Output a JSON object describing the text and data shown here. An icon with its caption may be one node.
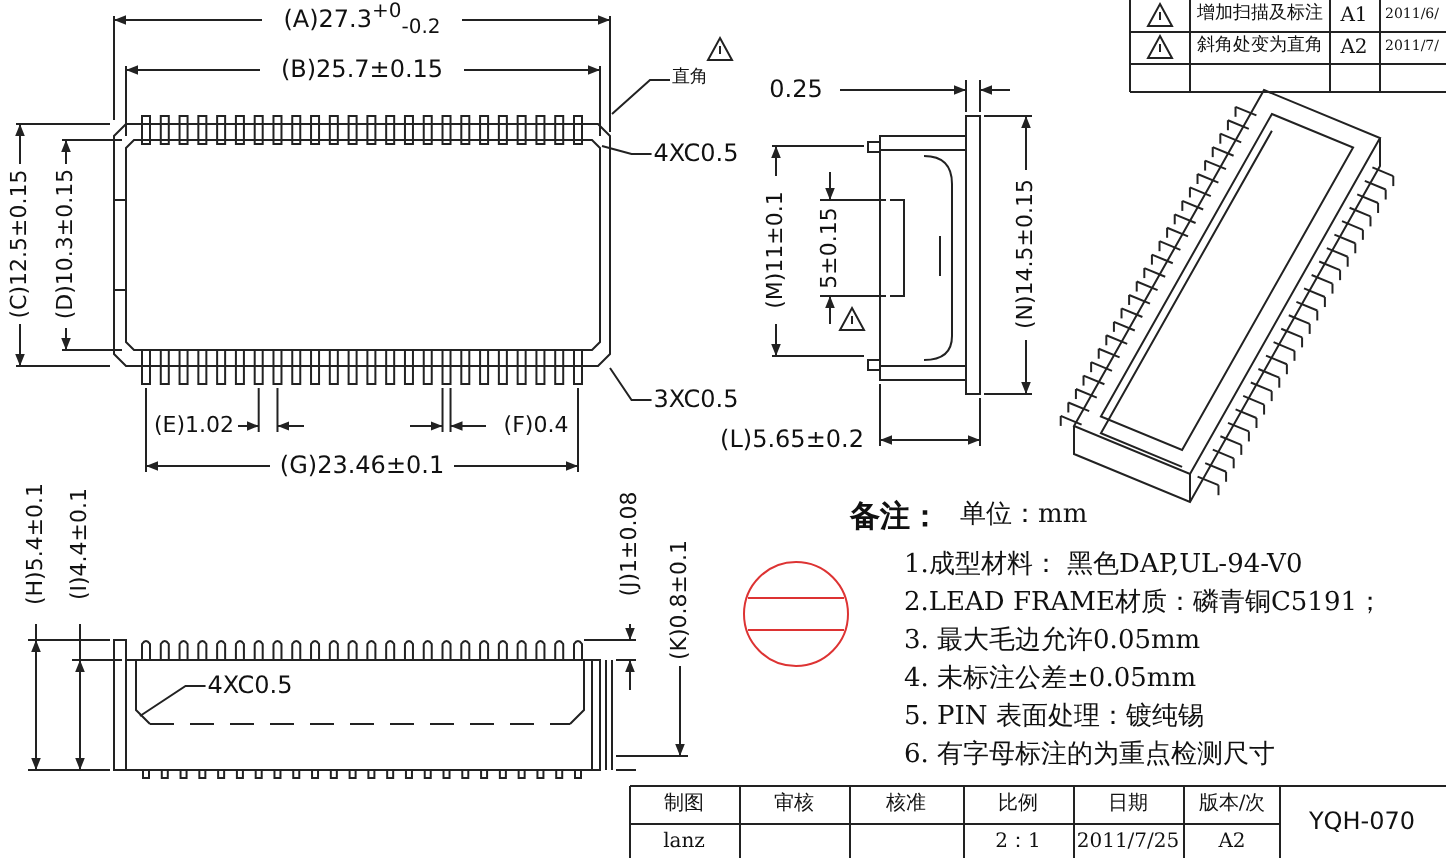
{
  "diagram": {
    "nodes": [
      {
        "text": [
          "直角"
        ]
      },
      {
        "text": [
          "4XC0.5"
        ]
      },
      {
        "text": [
          "3XC0.5"
        ]
      },
      {
        "text": [
          "4XC0.5"
        ]
      }
    ],
    "edges": [
      {
        "from": 0,
        "to": null,
        "arrow": "none"
      },
      {
        "from": 1,
        "to": null,
        "arrow": "none"
      },
      {
        "from": 2,
        "to": null,
        "arrow": "none"
      },
      {
        "from": 3,
        "to": null,
        "arrow": "none"
      }
    ],
    "labels": [
      "增加扫描及标注",
      "A1",
      "2011/6/",
      "斜角处变为直角",
      "A2",
      "2011/7/",
      "(A)27.3$^{+0}$$_{-0.2}$",
      "(B)25.7±0.15",
      "(C)12.5±0.15",
      "(D)10.3±0.15",
      "(E)1.02",
      "(F)0.4",
      "(G)23.46±0.1",
      "0.25",
      "(M)11±0.1",
      "5±0.15",
      "(N)14.5±0.15",
      "(L)5.65±0.2",
      "(H)5.4±0.1",
      "(I)4.4±0.1",
      "(J)1±0.08",
      "(K)0.8±0.1",
      "备注：",
      "单位：mm",
      "1.成型材料： 黑色DAP,UL-94-V0",
      "2.LEAD FRAME材质：磷青铜C5191；",
      "3. 最大毛边允许0.05mm",
      "4. 未标注公差±0.05mm",
      "5. PIN 表面处理：镀纯锡",
      "6. 有字母标注的为重点检测尺寸",
      "制图",
      "审核",
      "核准",
      "比例",
      "日期",
      "版本/次",
      "lanz",
      "2：1",
      "2011/7/25",
      "A2",
      "YQH-070"
    ]
  }
}
